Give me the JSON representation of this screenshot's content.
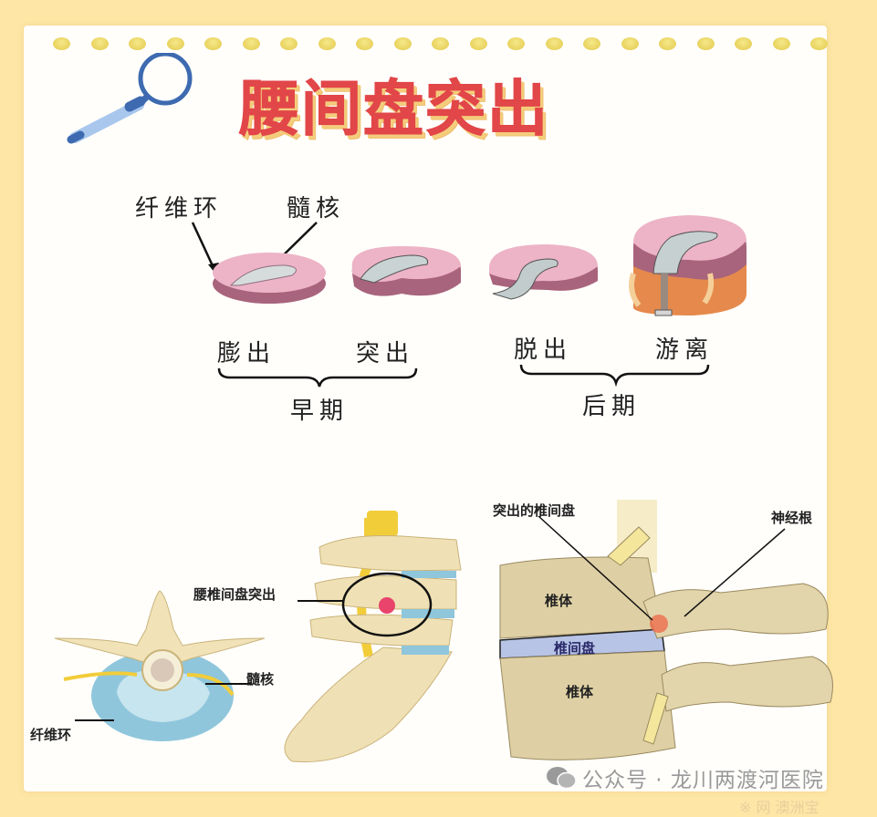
{
  "title": "腰间盘突出",
  "top_diagram": {
    "labels": {
      "annulus": "纤维环",
      "nucleus": "髓核"
    },
    "stages": [
      {
        "label": "膨出"
      },
      {
        "label": "突出"
      },
      {
        "label": "脱出"
      },
      {
        "label": "游离"
      }
    ],
    "groups": [
      {
        "label": "早期"
      },
      {
        "label": "后期"
      }
    ]
  },
  "bottom_left_diagram": {
    "labels": {
      "lumbar_disc_herniation": "腰椎间盘突出",
      "nucleus": "髓核",
      "annulus": "纤维环"
    }
  },
  "bottom_right_diagram": {
    "labels": {
      "herniated_disc": "突出的椎间盘",
      "nerve_root": "神经根",
      "vertebral_body_upper": "椎体",
      "intervertebral_disc": "椎间盘",
      "vertebral_body_lower": "椎体"
    }
  },
  "watermark": {
    "icon": "wechat-icon",
    "text": "公众号 · 龙川两渡河医院",
    "bottom_text": "※ 网 澳洲宝"
  },
  "colors": {
    "background": "#fde6a6",
    "card": "#fffefb",
    "title_red": "#e0484a",
    "title_shadow": "#f4cd7c",
    "disc_pink": "#e8a6bd",
    "nucleus_gray": "#c9d3d3",
    "bone": "#eedfb0",
    "disc_blue": "#8fc6dc"
  }
}
